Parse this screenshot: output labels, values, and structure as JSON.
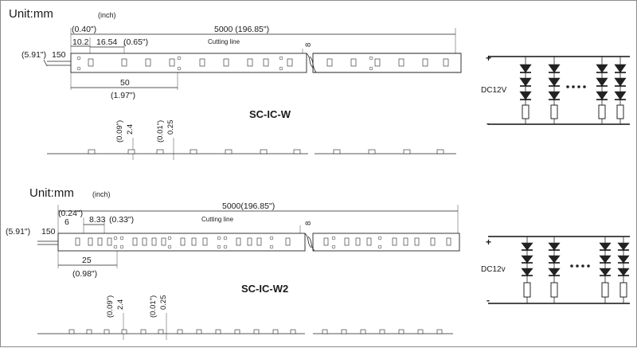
{
  "strips": [
    {
      "id": "w",
      "unit_label": "Unit:mm",
      "unit_sub": "(inch)",
      "model": "SC-IC-W",
      "cutting_line": "Cutting line",
      "length": "5000 (196.85\")",
      "pitch_first_mm": "10.2",
      "pitch_first_in": "(0.40\")",
      "pitch_mm": "16.54",
      "pitch_in": "(0.65\")",
      "width_mm": "150",
      "width_in": "(5.91\")",
      "height": "8",
      "segment_mm": "50",
      "segment_in": "(1.97\")",
      "profile_h_mm": "2.4",
      "profile_h_in": "(0.09\")",
      "profile_t_mm": "0.25",
      "profile_t_in": "(0.01\")",
      "voltage": "DC12V",
      "plus": "+",
      "minus": "-"
    },
    {
      "id": "w2",
      "unit_label": "Unit:mm",
      "unit_sub": "(inch)",
      "model": "SC-IC-W2",
      "cutting_line": "Cutting line",
      "length": "5000(196.85\")",
      "pitch_first_mm": "6",
      "pitch_first_in": "(0.24\")",
      "pitch_mm": "8.33",
      "pitch_in": "(0.33\")",
      "width_mm": "150",
      "width_in": "(5.91\")",
      "height": "8",
      "segment_mm": "25",
      "segment_in": "(0.98\")",
      "profile_h_mm": "2.4",
      "profile_h_in": "(0.09\")",
      "profile_t_mm": "0.25",
      "profile_t_in": "(0.01\")",
      "voltage": "DC12v",
      "plus": "+",
      "minus": "-"
    }
  ]
}
